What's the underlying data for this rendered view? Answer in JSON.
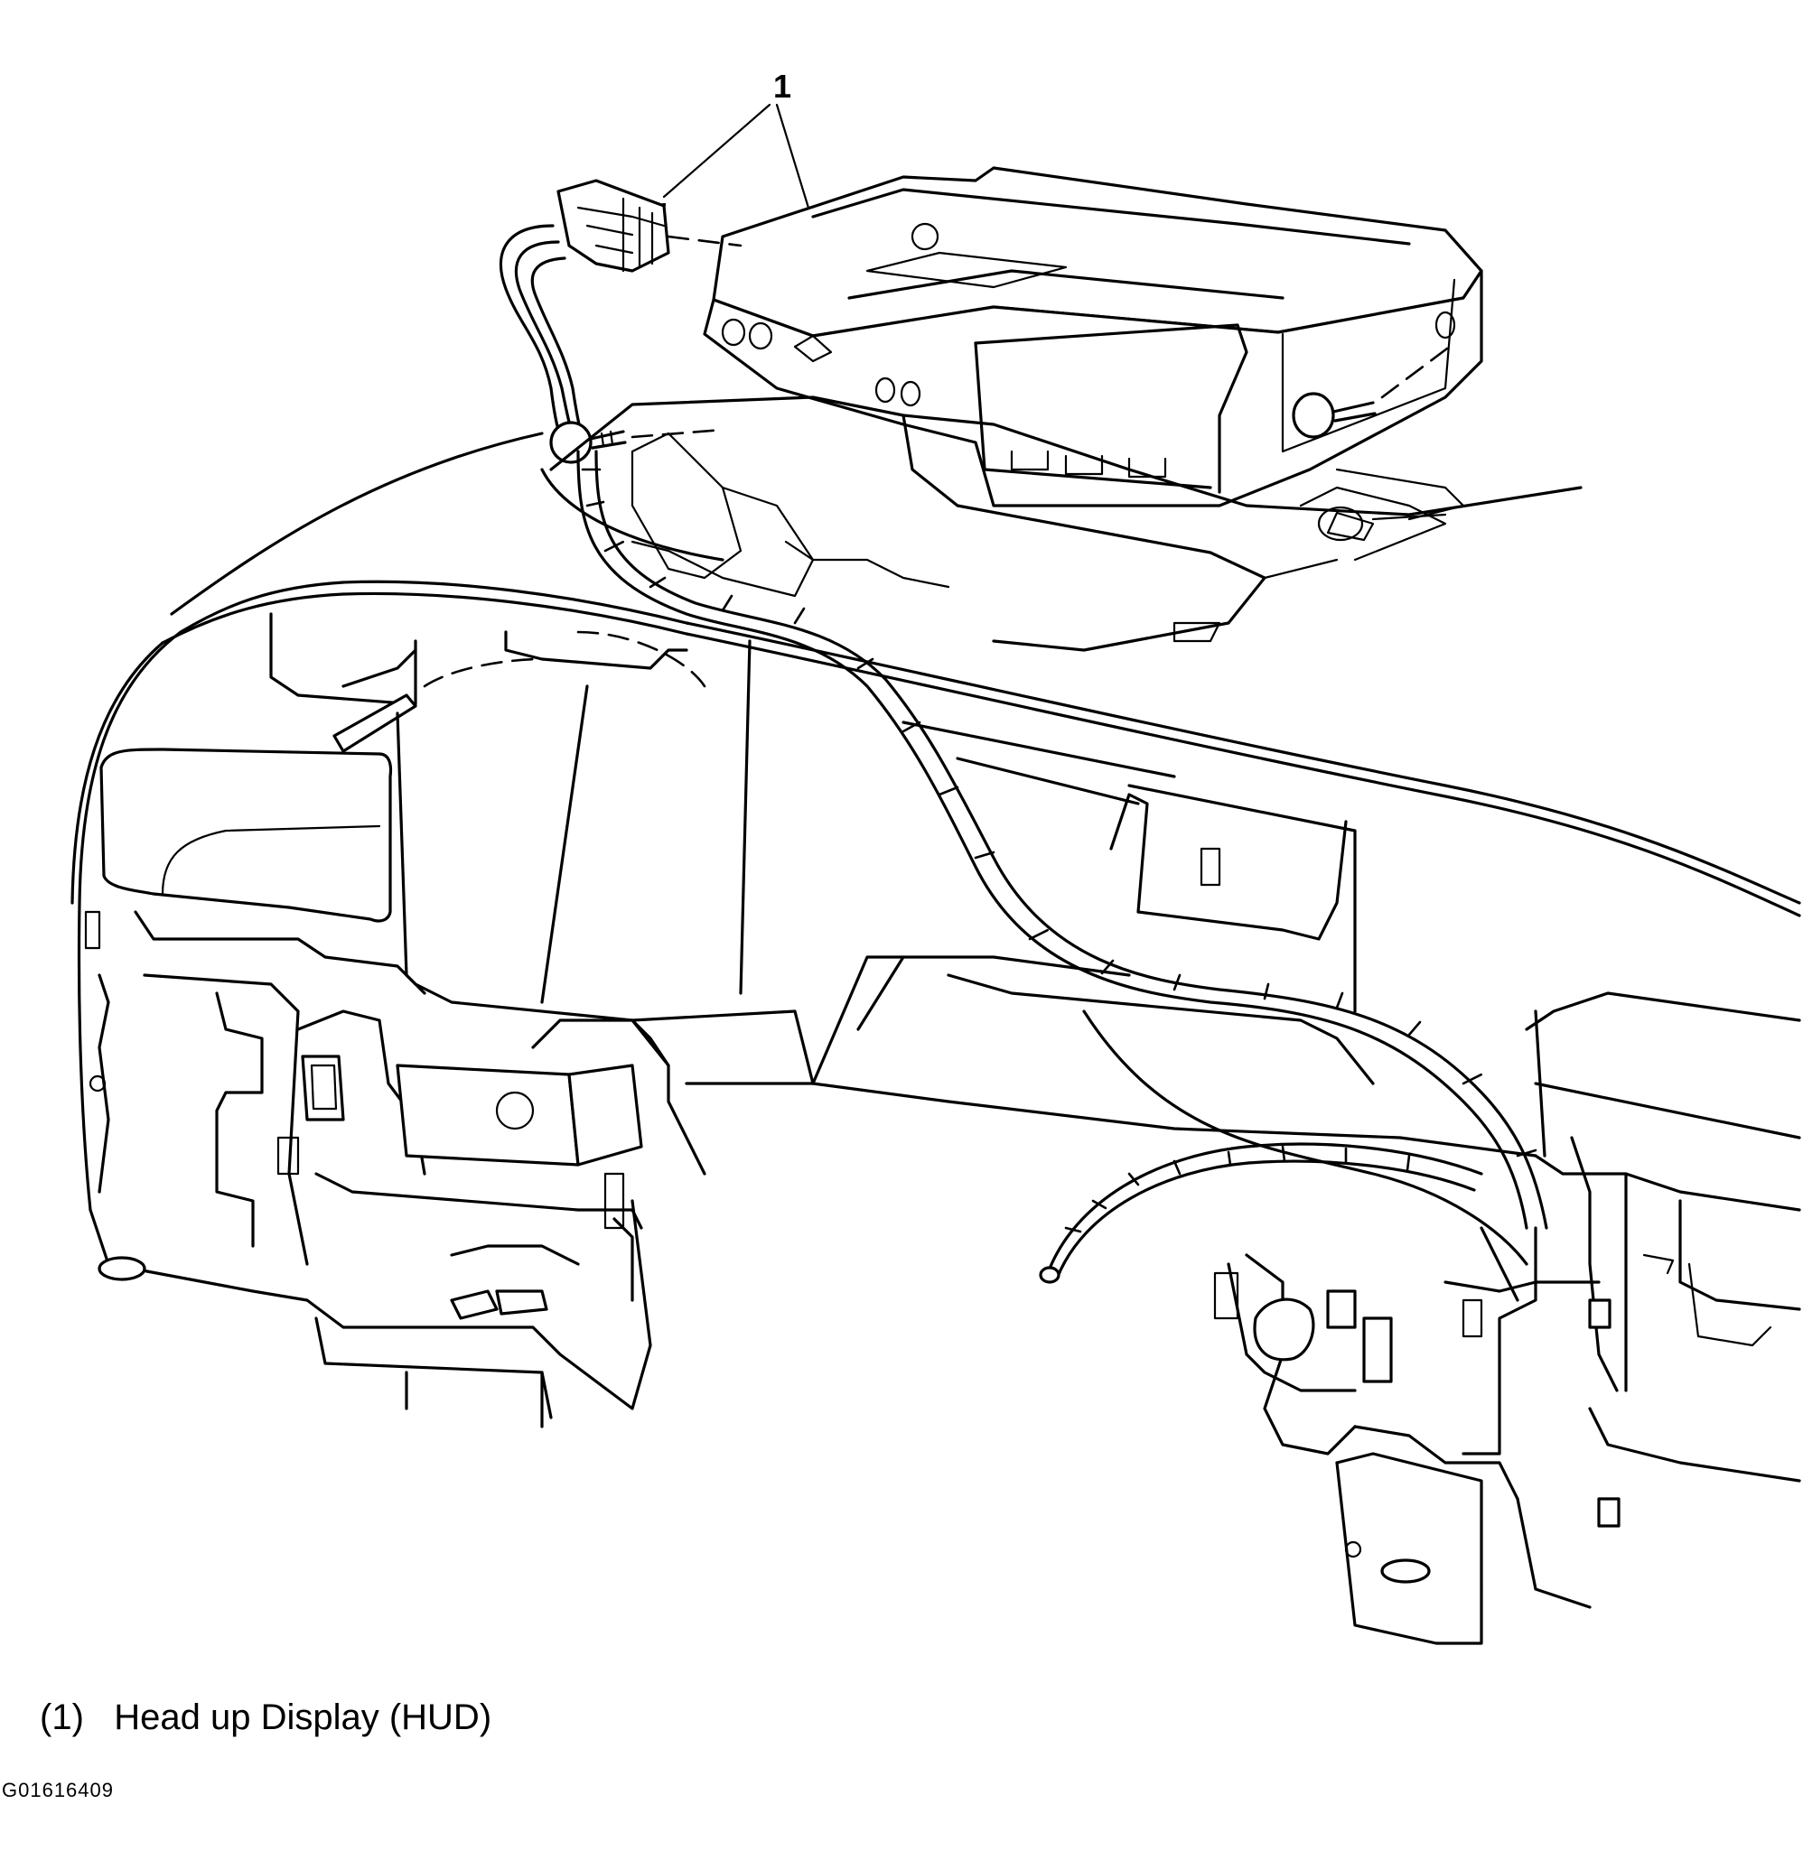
{
  "callout": {
    "number": "1"
  },
  "legend": {
    "text": "(1)   Head up Display (HUD)"
  },
  "figure": {
    "id": "G01616409"
  }
}
